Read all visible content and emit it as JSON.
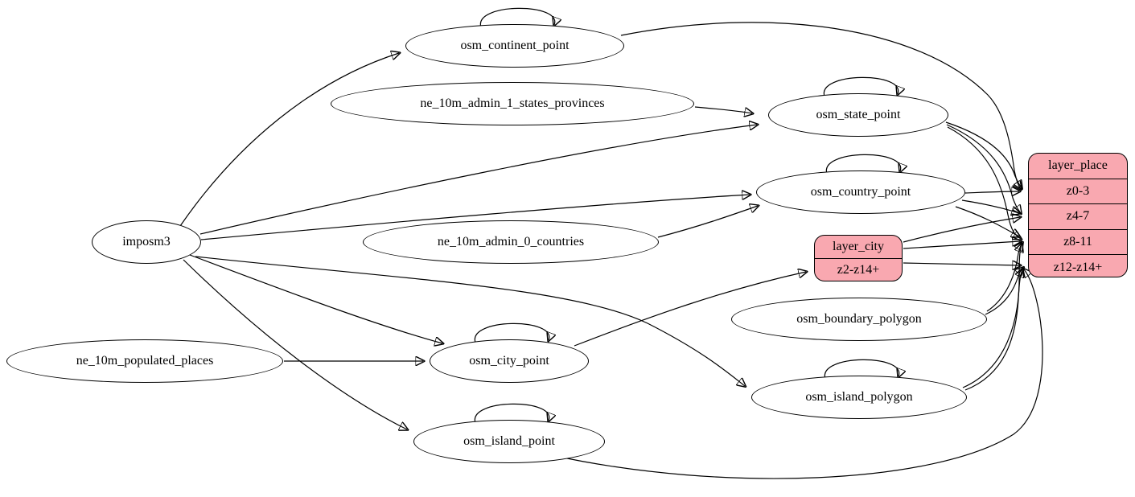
{
  "diagram": {
    "type": "etl-graph",
    "colors": {
      "table_fill": "#f9a8b0",
      "node_fill": "#ffffff",
      "stroke": "#000000"
    },
    "nodes": {
      "imposm3": "imposm3",
      "osm_continent_point": "osm_continent_point",
      "ne_10m_admin_1_states_provinces": "ne_10m_admin_1_states_provinces",
      "osm_state_point": "osm_state_point",
      "osm_country_point": "osm_country_point",
      "ne_10m_admin_0_countries": "ne_10m_admin_0_countries",
      "osm_boundary_polygon": "osm_boundary_polygon",
      "osm_city_point": "osm_city_point",
      "ne_10m_populated_places": "ne_10m_populated_places",
      "osm_island_polygon": "osm_island_polygon",
      "osm_island_point": "osm_island_point"
    },
    "tables": {
      "layer_city": {
        "title": "layer_city",
        "rows": [
          "z2-z14+"
        ]
      },
      "layer_place": {
        "title": "layer_place",
        "rows": [
          "z0-3",
          "z4-7",
          "z8-11",
          "z12-z14+"
        ]
      }
    },
    "edges": [
      {
        "from": "imposm3",
        "to": "osm_continent_point"
      },
      {
        "from": "imposm3",
        "to": "osm_state_point"
      },
      {
        "from": "imposm3",
        "to": "osm_country_point"
      },
      {
        "from": "imposm3",
        "to": "osm_city_point"
      },
      {
        "from": "imposm3",
        "to": "osm_island_point"
      },
      {
        "from": "imposm3",
        "to": "osm_island_polygon"
      },
      {
        "from": "ne_10m_admin_1_states_provinces",
        "to": "osm_state_point"
      },
      {
        "from": "ne_10m_admin_0_countries",
        "to": "osm_country_point"
      },
      {
        "from": "ne_10m_populated_places",
        "to": "osm_city_point"
      },
      {
        "from": "osm_continent_point",
        "to": "osm_continent_point"
      },
      {
        "from": "osm_state_point",
        "to": "osm_state_point"
      },
      {
        "from": "osm_country_point",
        "to": "osm_country_point"
      },
      {
        "from": "osm_city_point",
        "to": "osm_city_point"
      },
      {
        "from": "osm_island_polygon",
        "to": "osm_island_polygon"
      },
      {
        "from": "osm_island_point",
        "to": "osm_island_point"
      },
      {
        "from": "osm_city_point",
        "to": "layer_city.z2-z14+"
      },
      {
        "from": "layer_city",
        "to": "layer_place.z4-7"
      },
      {
        "from": "layer_city",
        "to": "layer_place.z8-11"
      },
      {
        "from": "layer_city",
        "to": "layer_place.z12-z14+"
      },
      {
        "from": "osm_continent_point",
        "to": "layer_place.z0-3"
      },
      {
        "from": "osm_state_point",
        "to": "layer_place.z0-3"
      },
      {
        "from": "osm_state_point",
        "to": "layer_place.z4-7"
      },
      {
        "from": "osm_state_point",
        "to": "layer_place.z8-11"
      },
      {
        "from": "osm_country_point",
        "to": "layer_place.z0-3"
      },
      {
        "from": "osm_country_point",
        "to": "layer_place.z4-7"
      },
      {
        "from": "osm_country_point",
        "to": "layer_place.z8-11"
      },
      {
        "from": "osm_boundary_polygon",
        "to": "layer_place.z8-11"
      },
      {
        "from": "osm_boundary_polygon",
        "to": "layer_place.z12-z14+"
      },
      {
        "from": "osm_island_polygon",
        "to": "layer_place.z8-11"
      },
      {
        "from": "osm_island_polygon",
        "to": "layer_place.z12-z14+"
      },
      {
        "from": "osm_island_point",
        "to": "layer_place.z12-z14+"
      }
    ]
  }
}
